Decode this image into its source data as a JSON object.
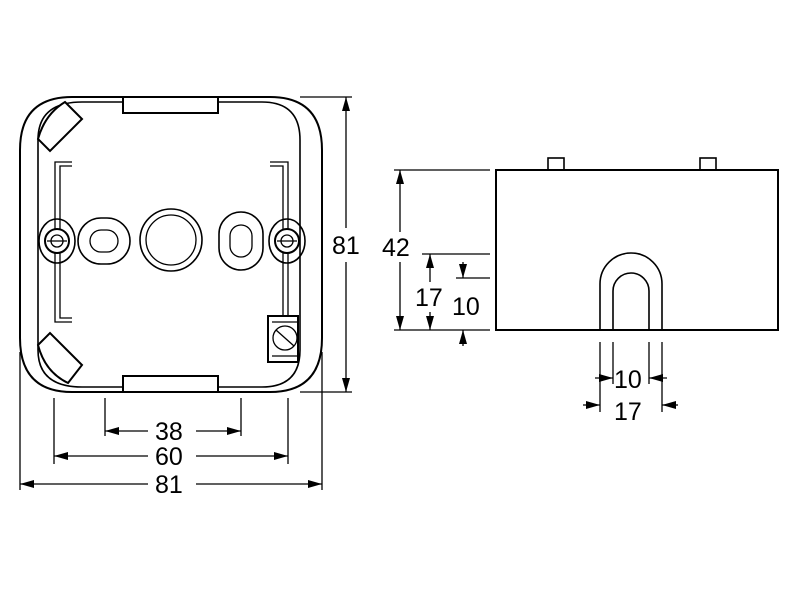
{
  "front_view": {
    "dim_height": "81",
    "dim_width_total": "81",
    "dim_width_mid": "60",
    "dim_width_inner": "38"
  },
  "side_view": {
    "dim_height": "42",
    "dim_entry_outer_height": "17",
    "dim_entry_inner_height": "10",
    "dim_entry_inner_width": "10",
    "dim_entry_outer_width": "17"
  }
}
